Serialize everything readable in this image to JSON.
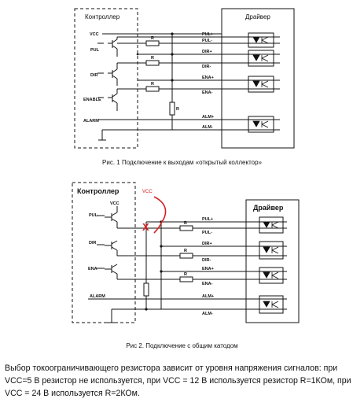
{
  "diagram1": {
    "controller_title": "Контроллер",
    "driver_title": "Драйвер",
    "vcc_label": "VCC",
    "left_labels": [
      "PUL",
      "DIR",
      "ENABLE",
      "ALARM"
    ],
    "resistor_label": "R",
    "driver_pins": [
      "PUL+",
      "PUL-",
      "DIR+",
      "DIR-",
      "ENA+",
      "ENA-",
      "ALM+",
      "ALM-"
    ]
  },
  "caption1": "Рис. 1 Подключение к выходам «открытый коллектор»",
  "diagram2": {
    "controller_title": "Контроллер",
    "driver_title": "Драйвер",
    "vcc_label": "VCC",
    "vcc_handwritten": "VCC",
    "cross_mark": "X",
    "left_labels": [
      "PUL",
      "DIR",
      "ENA",
      "ALARM"
    ],
    "resistor_label": "R",
    "driver_pins": [
      "PUL+",
      "PUL-",
      "DIR+",
      "DIR-",
      "ENA+",
      "ENA-",
      "ALM+",
      "ALM-"
    ]
  },
  "caption2": "Рис 2. Подключение с общим катодом",
  "note": "Выбор токоограничивающего резистора зависит от уровня напряжения сигналов: при VCC=5 В резистор не используется, при VCC = 12 В используется резистор R=1КОм, при VCC = 24 В используется R=2КОм.",
  "colors": {
    "ink": "#111111",
    "annotation_red": "#d62020"
  }
}
